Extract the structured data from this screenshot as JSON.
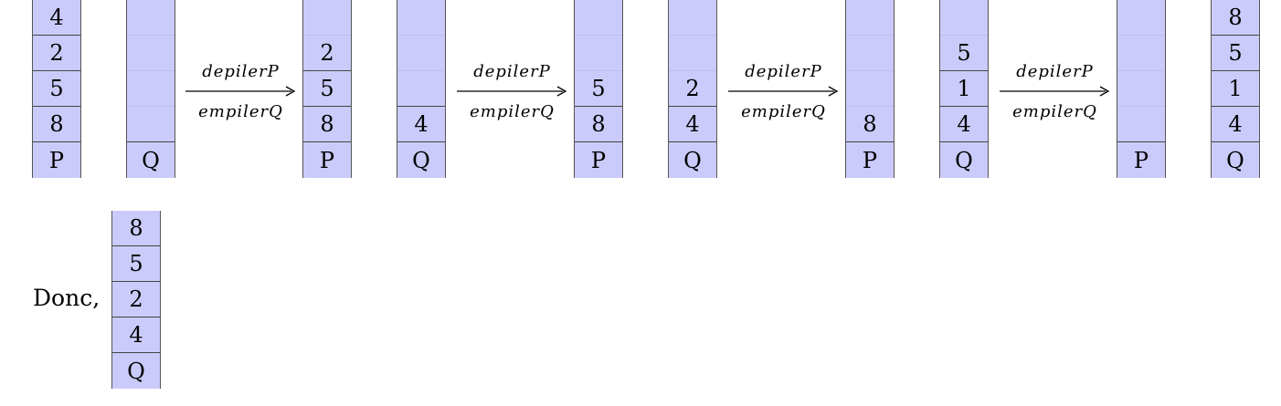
{
  "arrow_labels": {
    "top": "depilerP",
    "bottom": "empilerQ"
  },
  "stacks": [
    {
      "id": "p1",
      "name": "P",
      "cells": [
        "4",
        "2",
        "5",
        "8"
      ]
    },
    {
      "id": "q1",
      "name": "Q",
      "cells": [
        "",
        "",
        "",
        ""
      ]
    },
    {
      "id": "p2",
      "name": "P",
      "cells": [
        "",
        "2",
        "5",
        "8"
      ]
    },
    {
      "id": "q2",
      "name": "Q",
      "cells": [
        "",
        "",
        "",
        "4"
      ]
    },
    {
      "id": "p3",
      "name": "P",
      "cells": [
        "",
        "",
        "5",
        "8"
      ]
    },
    {
      "id": "q3",
      "name": "Q",
      "cells": [
        "",
        "",
        "2",
        "4"
      ]
    },
    {
      "id": "p4",
      "name": "P",
      "cells": [
        "",
        "",
        "",
        "8"
      ]
    },
    {
      "id": "q4",
      "name": "Q",
      "cells": [
        "",
        "5",
        "1",
        "4"
      ]
    },
    {
      "id": "p5",
      "name": "P",
      "cells": [
        "",
        "",
        "",
        ""
      ]
    },
    {
      "id": "q5",
      "name": "Q",
      "cells": [
        "8",
        "5",
        "1",
        "4"
      ]
    }
  ],
  "conclusion": {
    "label": "Donc,",
    "stack": {
      "name": "Q",
      "cells": [
        "8",
        "5",
        "2",
        "4"
      ]
    }
  }
}
